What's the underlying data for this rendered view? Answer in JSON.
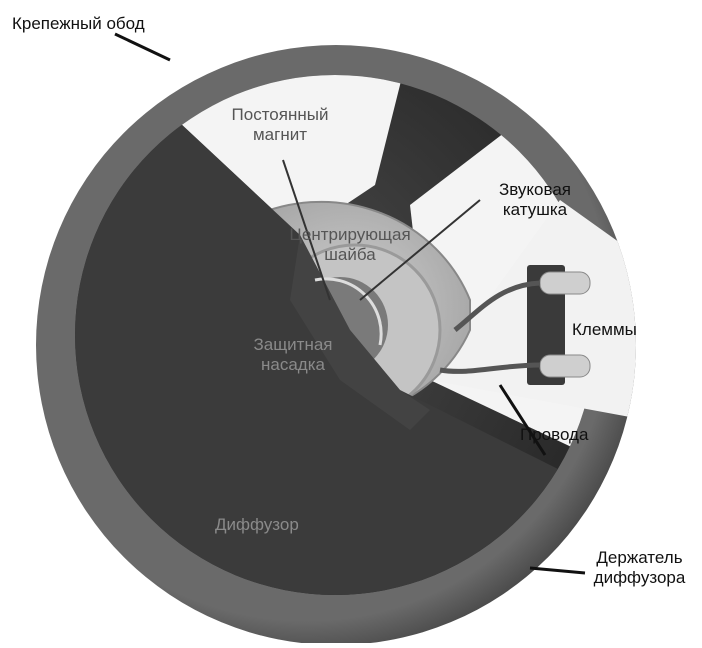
{
  "diagram": {
    "labels": {
      "mounting_rim": "Крепежный обод",
      "permanent_magnet_line1": "Постоянный",
      "permanent_magnet_line2": "магнит",
      "voice_coil_line1": "Звуковая",
      "voice_coil_line2": "катушка",
      "centering_washer_line1": "Центрирующая",
      "centering_washer_line2": "шайба",
      "terminals": "Клеммы",
      "protective_cap_line1": "Защитная",
      "protective_cap_line2": "насадка",
      "wires": "Провода",
      "diffuser": "Диффузор",
      "diffuser_holder_line1": "Держатель",
      "diffuser_holder_line2": "диффузора"
    },
    "colors": {
      "rim": "#5a5a5a",
      "cone_dark": "#3a3a3a",
      "cone_light": "#f4f4f4",
      "washer": "#b8b8b8",
      "magnet": "#7a7a7a",
      "background": "#ffffff"
    }
  }
}
